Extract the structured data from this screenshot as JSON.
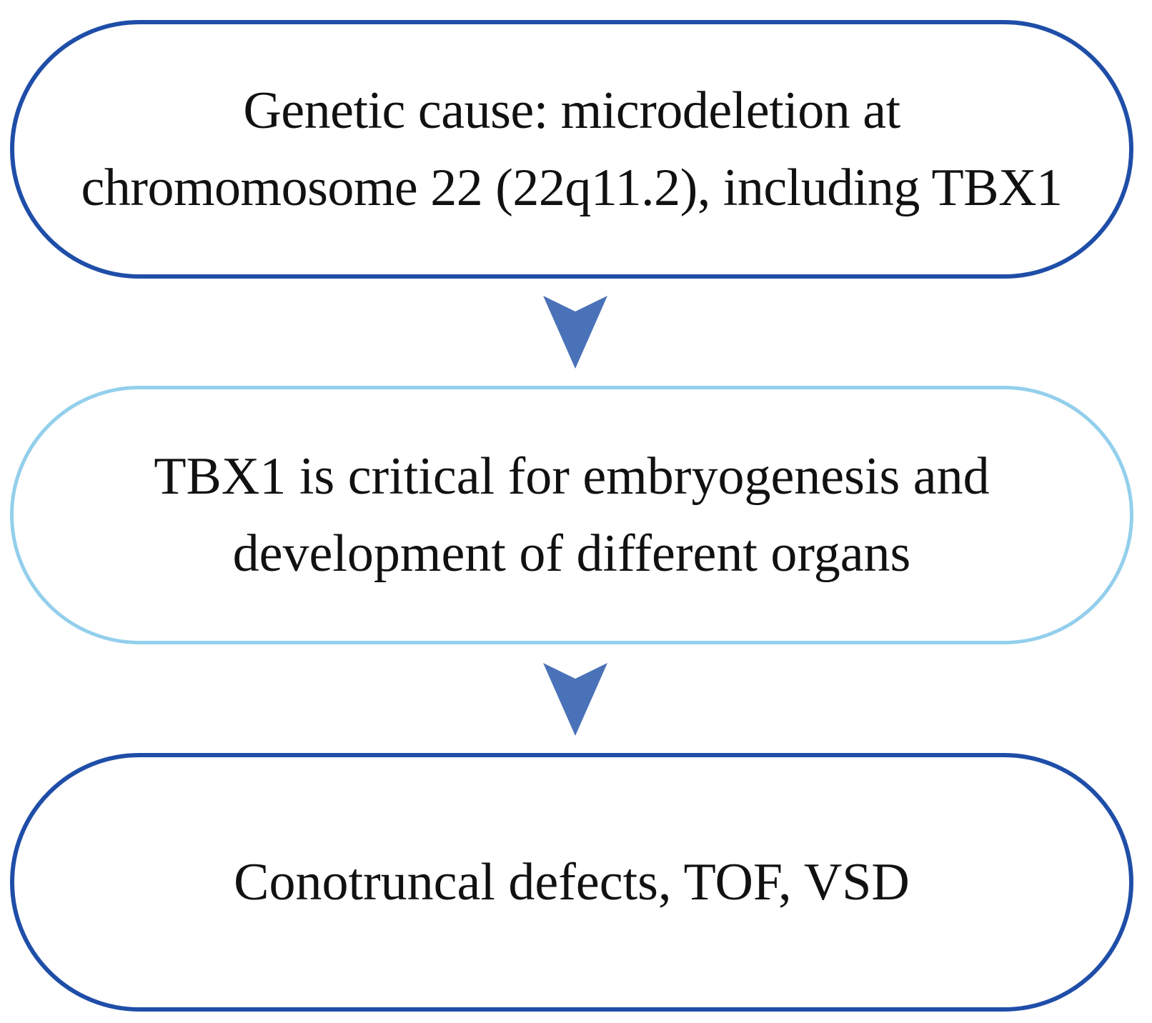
{
  "colors": {
    "dark_border": "#1f4ea8",
    "light_border": "#93cfec",
    "arrow_fill": "#4a72b8",
    "text": "#111111"
  },
  "nodes": [
    {
      "lines": [
        "Genetic cause: microdeletion at",
        "chromomosome 22 (22q11.2), including TBX1"
      ]
    },
    {
      "lines": [
        "TBX1 is critical for embryogenesis and",
        "development of different organs"
      ]
    },
    {
      "lines": [
        "Conotruncal defects, TOF, VSD"
      ]
    }
  ]
}
